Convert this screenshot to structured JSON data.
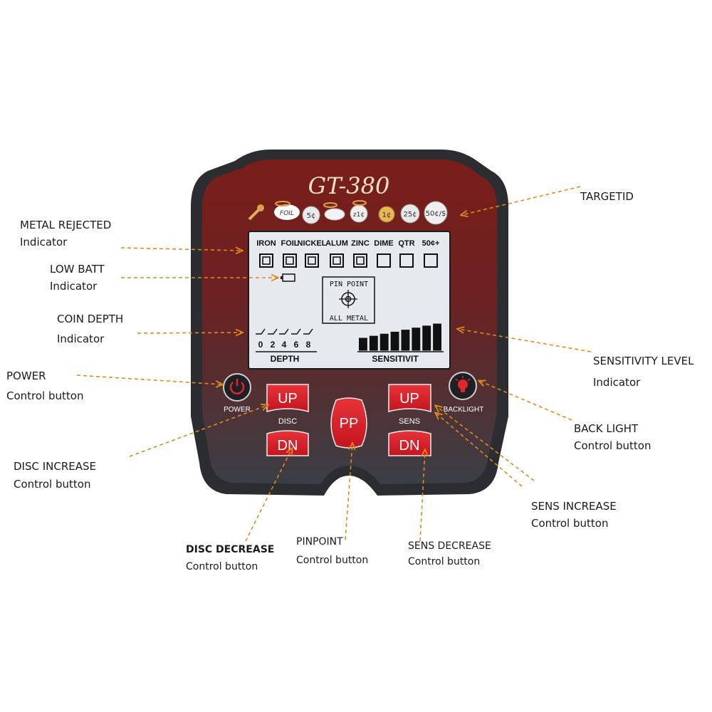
{
  "device": {
    "model": "GT-380",
    "target_icons": [
      {
        "name": "nail-icon",
        "label": ""
      },
      {
        "name": "foil-icon",
        "label": "FOIL"
      },
      {
        "name": "nickel-coin-icon",
        "label": "5¢"
      },
      {
        "name": "pull-tab-icon",
        "label": ""
      },
      {
        "name": "zinc-coin-icon",
        "label": "z1¢"
      },
      {
        "name": "cent-coin-icon",
        "label": "1¢"
      },
      {
        "name": "quarter-coin-icon",
        "label": "25¢"
      },
      {
        "name": "half-dollar-coin-icon",
        "label": "50¢/$"
      }
    ],
    "lcd": {
      "categories": [
        "IRON",
        "FOIL",
        "NICKEL",
        "ALUM",
        "ZINC",
        "DIME",
        "QTR",
        "50¢+"
      ],
      "category_checked": [
        true,
        true,
        true,
        true,
        true,
        false,
        false,
        false
      ],
      "pinpoint_top": "PIN POINT",
      "pinpoint_bottom": "ALL METAL",
      "depth_ticks": [
        "0",
        "2",
        "4",
        "6",
        "8"
      ],
      "depth_label": "DEPTH",
      "sensitivity_label": "SENSITIVIT",
      "sensitivity_bars_filled": 8,
      "sensitivity_bars_total": 8
    },
    "buttons": {
      "power": "POWER",
      "backlight": "BACKLIGHT",
      "disc_up": "UP",
      "disc_label": "DISC",
      "disc_dn": "DN",
      "pp": "PP",
      "sens_up": "UP",
      "sens_label": "SENS",
      "sens_dn": "DN"
    },
    "colors": {
      "body_top": "#7a1e1a",
      "body_bottom": "#3a3f45",
      "frame": "#2b2d31",
      "button_red": "#d8252e",
      "lcd_bg": "#e6eaee",
      "lcd_ink": "#111111",
      "title": "#f3e3c0",
      "arrow": "#e08a1e"
    }
  },
  "annotations": {
    "metal_rejected": {
      "title": "METAL  REJECTED",
      "sub": "Indicator"
    },
    "low_batt": {
      "title": "LOW BATT",
      "sub": "Indicator"
    },
    "coin_depth": {
      "title": "COIN DEPTH",
      "sub": "Indicator"
    },
    "power": {
      "title": "POWER",
      "sub": "Control button"
    },
    "disc_increase": {
      "title": "DISC INCREASE",
      "sub": "Control button"
    },
    "disc_decrease": {
      "title": "DISC DECREASE",
      "sub": "Control button"
    },
    "pinpoint": {
      "title": "PINPOINT",
      "sub": "Control button"
    },
    "sens_decrease": {
      "title": "SENS DECREASE",
      "sub": "Control button"
    },
    "sens_increase": {
      "title": "SENS INCREASE",
      "sub": "Control button"
    },
    "back_light": {
      "title": "BACK LIGHT",
      "sub": "Control button"
    },
    "sensitivity_level": {
      "title": "SENSITIVITY LEVEL",
      "sub": "Indicator"
    },
    "targetid": {
      "title": "TARGETID"
    }
  }
}
